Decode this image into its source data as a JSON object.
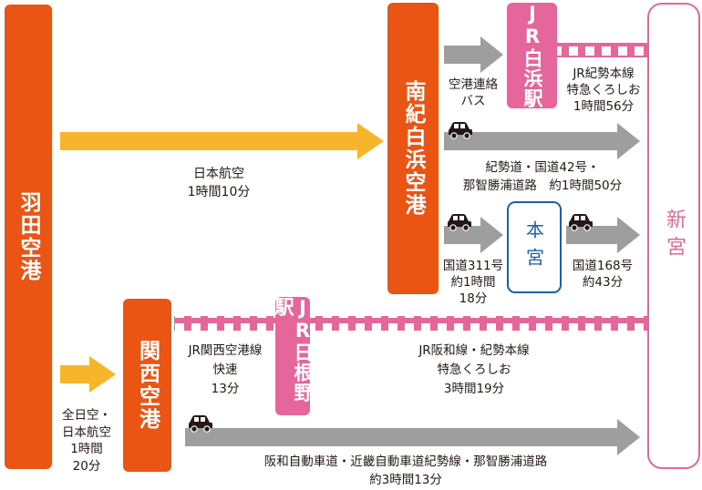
{
  "nodes": {
    "haneda": "羽田空港",
    "nanki_shirahama": "南紀白浜空港",
    "kansai": "関西空港",
    "shingu": "新宮",
    "hongu": "本宮",
    "jr_shirahama": "JR白浜駅",
    "jr_hineno": "JR日根野駅"
  },
  "routes": {
    "haneda_to_shirahama": [
      "日本航空",
      "1時間10分"
    ],
    "haneda_to_kansai": [
      "全日空・",
      "日本航空",
      "1時間",
      "20分"
    ],
    "airport_bus": [
      "空港連絡",
      "バス"
    ],
    "jr_kisei_from_shirahama": [
      "JR紀勢本線",
      "特急くろしお",
      "1時間56分"
    ],
    "car_shirahama_to_shingu": [
      "紀勢道・国道42号・",
      "那智勝浦道路　約1時間50分"
    ],
    "car_shirahama_to_hongu": [
      "国道311号",
      "約1時間",
      "18分"
    ],
    "car_hongu_to_shingu": [
      "国道168号",
      "約43分"
    ],
    "jr_kansai_line": [
      "JR関西空港線",
      "快速",
      "13分"
    ],
    "jr_hanwa_kisei": [
      "JR阪和線・紀勢本線",
      "特急くろしお",
      "3時間19分"
    ],
    "car_kansai_to_shingu": [
      "阪和自動車道・近畿自動車道紀勢線・那智勝浦道路",
      "約3時間13分"
    ]
  },
  "icons": [
    "car-icon",
    "railway-track"
  ],
  "colors": {
    "orange": "#ea5514",
    "pink": "#e4669a",
    "gold_arrow": "#f7b52c",
    "grey_arrow": "#9e9e9f",
    "blue": "#1c5fac"
  }
}
